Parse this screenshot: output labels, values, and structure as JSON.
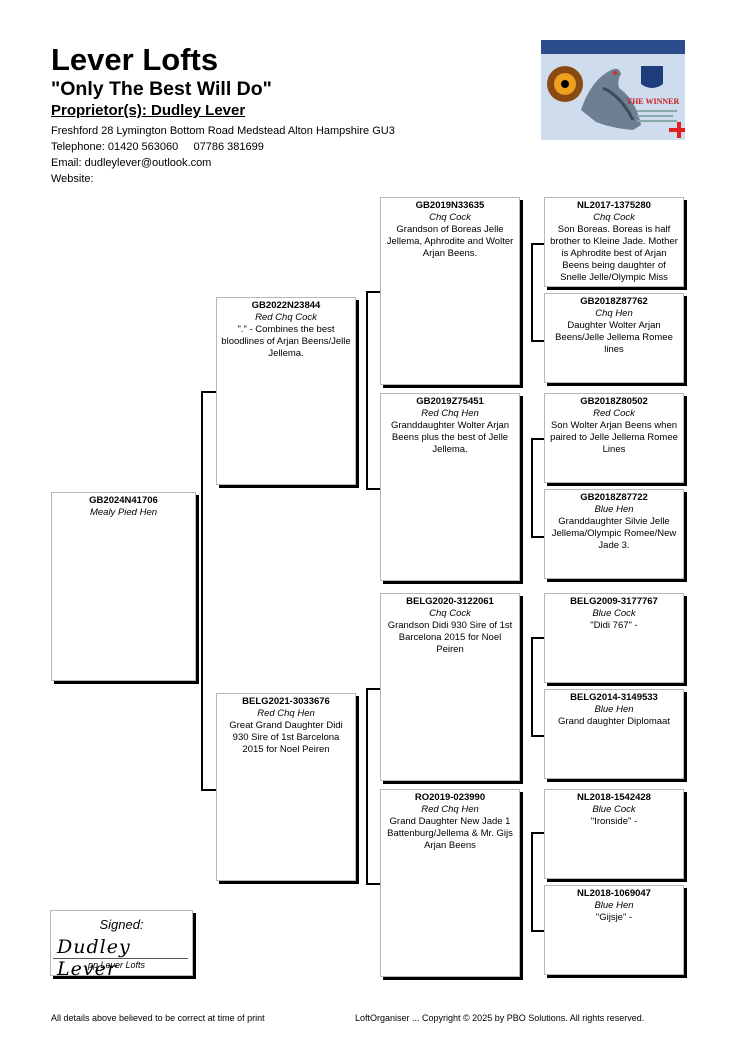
{
  "header": {
    "title": "Lever Lofts",
    "motto": "\"Only The Best Will Do\"",
    "proprietor": "Proprietor(s): Dudley Lever",
    "address": "Freshford 28 Lymington Bottom Road Medstead Alton Hampshire GU3",
    "telephone": "Telephone: 01420 563060     07786 381699",
    "email": "Email: dudleylever@outlook.com",
    "website": "Website:"
  },
  "logo": {
    "text": "THE WINNER"
  },
  "pedigree": {
    "subject": {
      "ring": "GB2024N41706",
      "colour": "Mealy Pied Hen",
      "comment": ""
    },
    "sire": {
      "ring": "GB2022N23844",
      "colour": "Red Chq Cock",
      "comment": "\".\" - Combines the best bloodlines of Arjan Beens/Jelle Jellema."
    },
    "dam": {
      "ring": "BELG2021-3033676",
      "colour": "Red Chq Hen",
      "comment": "Great Grand Daughter Didi 930 Sire of 1st Barcelona 2015 for Noel Peiren"
    },
    "ss": {
      "ring": "GB2019N33635",
      "colour": "Chq Cock",
      "comment": "Grandson of Boreas Jelle Jellema, Aphrodite and Wolter Arjan Beens."
    },
    "sd": {
      "ring": "GB2019Z75451",
      "colour": "Red Chq Hen",
      "comment": "Granddaughter Wolter Arjan Beens plus the best of Jelle Jellema."
    },
    "ds": {
      "ring": "BELG2020-3122061",
      "colour": "Chq Cock",
      "comment": "Grandson Didi 930 Sire of 1st Barcelona 2015 for Noel Peiren"
    },
    "dd": {
      "ring": "RO2019-023990",
      "colour": "Red Chq Hen",
      "comment": "Grand Daughter New Jade 1 Battenburg/Jellema & Mr. Gijs Arjan Beens"
    },
    "sss": {
      "ring": "NL2017-1375280",
      "colour": "Chq Cock",
      "comment": "Son Boreas. Boreas is half brother to Kleine Jade. Mother is Aphrodite best of Arjan Beens being daughter of Snelle Jelle/Olympic Miss"
    },
    "ssd": {
      "ring": "GB2018Z87762",
      "colour": "Chq Hen",
      "comment": "Daughter Wolter Arjan Beens/Jelle Jellema Romee lines"
    },
    "sds": {
      "ring": "GB2018Z80502",
      "colour": "Red Cock",
      "comment": "Son Wolter Arjan Beens when paired to Jelle Jellema Romee Lines"
    },
    "sdd": {
      "ring": "GB2018Z87722",
      "colour": "Blue Hen",
      "comment": "Granddaughter Silvie Jelle Jellema/Olympic Romee/New Jade 3."
    },
    "dss": {
      "ring": "BELG2009-3177767",
      "colour": "Blue Cock",
      "comment": "\"Didi 767\" -"
    },
    "dsd": {
      "ring": "BELG2014-3149533",
      "colour": "Blue Hen",
      "comment": "Grand daughter Diplomaat"
    },
    "dds": {
      "ring": "NL2018-1542428",
      "colour": "Blue Cock",
      "comment": "\"Ironside\" -"
    },
    "ddd": {
      "ring": "NL2018-1069047",
      "colour": "Blue Hen",
      "comment": "\"Gijsje\" -"
    }
  },
  "signature": {
    "label": "Signed:",
    "name": "Dudley Lever",
    "pp": "pp Lever Lofts"
  },
  "footer": {
    "left": "All details above believed to be correct at time of print",
    "right": "LoftOrganiser ... Copyright © 2025 by PBO Solutions. All rights reserved."
  }
}
